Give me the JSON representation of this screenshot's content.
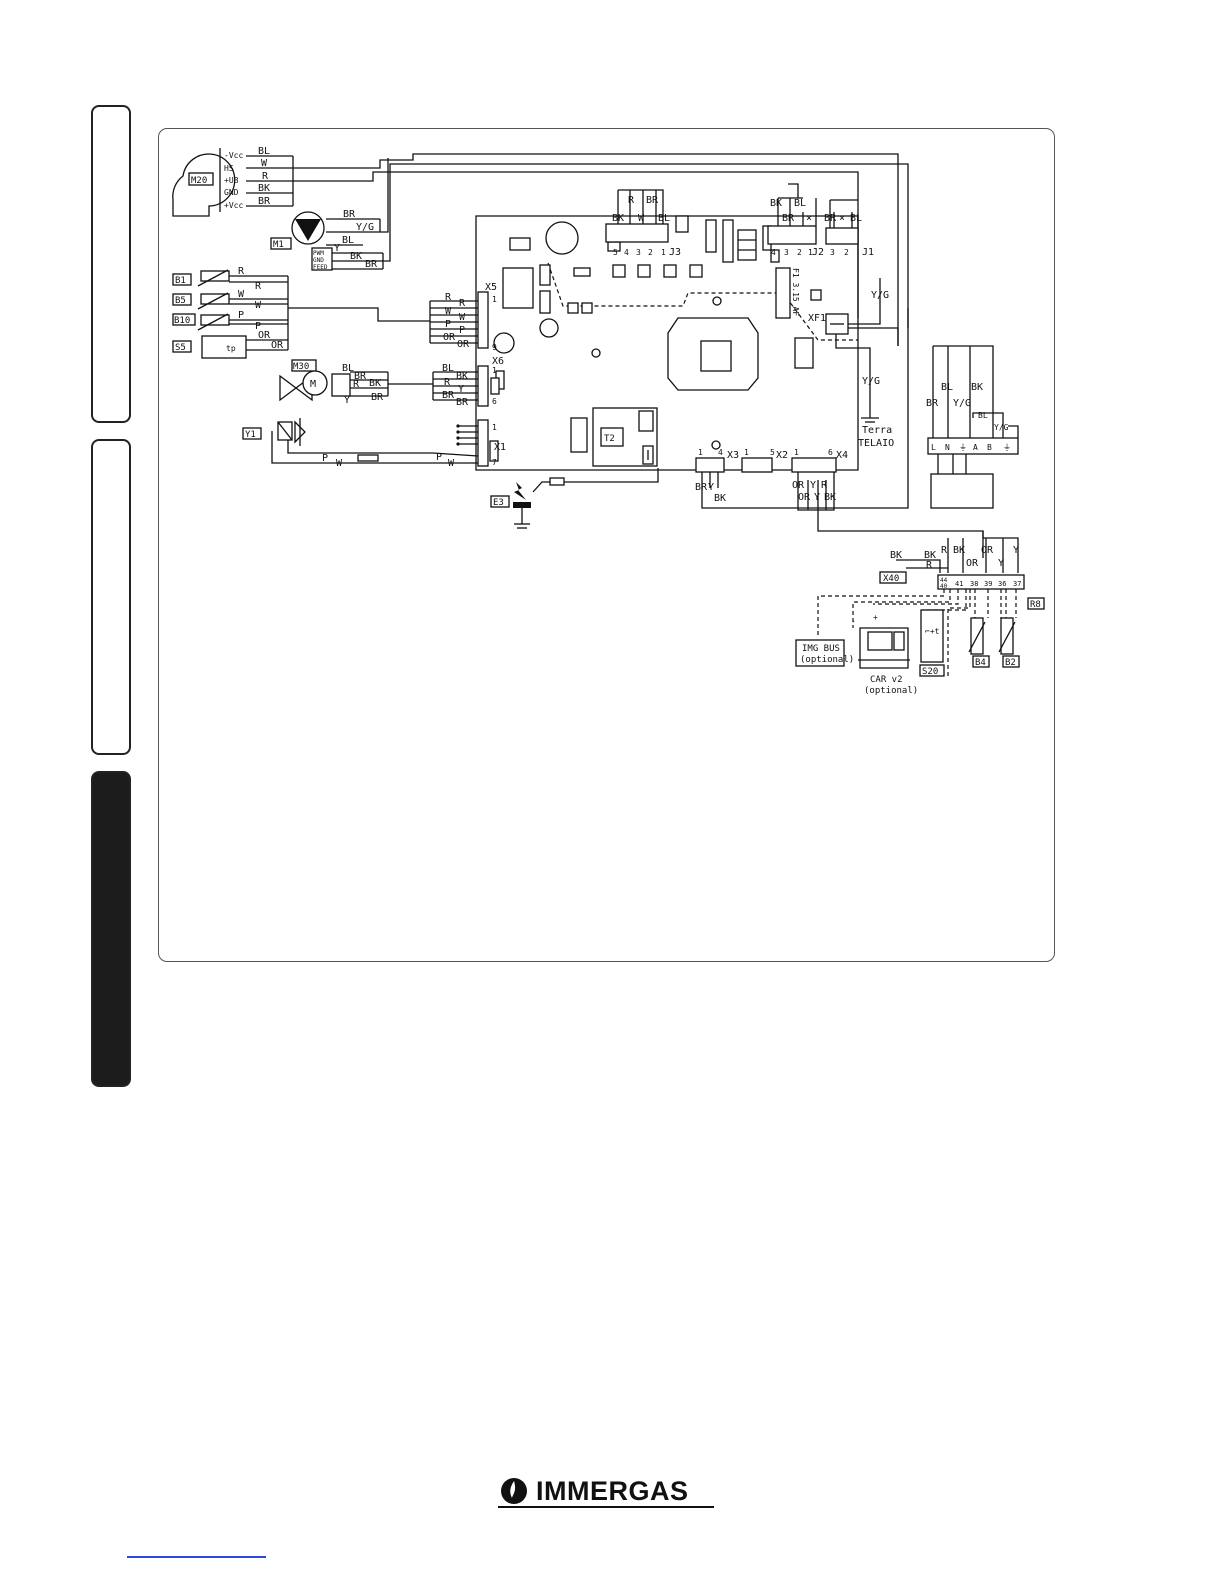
{
  "logo": {
    "brand": "IMMERGAS"
  },
  "components": {
    "M20": "M20",
    "M1": "M1",
    "B1": "B1",
    "B5": "B5",
    "B10": "B10",
    "S5": "S5",
    "M30": "M30",
    "Y1": "Y1",
    "E3": "E3",
    "X40": "X40",
    "R8": "R8",
    "B4": "B4",
    "B2": "B2",
    "S20": "S20",
    "T2": "T2",
    "img_bus": [
      "IMG BUS",
      "(optional)"
    ],
    "car_v2": [
      "CAR v2",
      "(optional)"
    ],
    "terra": [
      "Terra",
      "TELAIO"
    ]
  },
  "fan_pins": [
    "-Vcc",
    "HS",
    "+UB",
    "GND",
    "+Vcc"
  ],
  "fan_wires": [
    "BL",
    "W",
    "R",
    "BK",
    "BR"
  ],
  "pump_pins": [
    "PWM",
    "GND",
    "FEED"
  ],
  "connectors": {
    "X5": "X5",
    "X6": "X6",
    "X1": "X1",
    "J3": "J3",
    "J2": "J2",
    "J1": "J1",
    "X2": "X2",
    "X3": "X3",
    "X4": "X4",
    "XF1": "XF1",
    "fuse": "F1 3.15 AF",
    "j3_pins": [
      "5",
      "4",
      "3",
      "2",
      "1"
    ],
    "j2_pins": [
      "4",
      "3",
      "2",
      "1"
    ],
    "j1_pins": [
      "3",
      "2"
    ],
    "x5_pins": [
      "1",
      "9"
    ],
    "x6_pins": [
      "1",
      "6"
    ],
    "x1_pins": [
      "1",
      "7"
    ],
    "x3_pins": [
      "1",
      "4"
    ],
    "x2_pins": [
      "1",
      "5"
    ],
    "x4_pins": [
      "1",
      "6"
    ],
    "terminal_pins": [
      "44",
      "40",
      "41",
      "38",
      "39",
      "36",
      "37"
    ],
    "mains_pins": [
      "L",
      "N",
      "⏚",
      "A",
      "B",
      "⏚"
    ]
  },
  "wire_colors": {
    "BL": "BL",
    "W": "W",
    "R": "R",
    "BK": "BK",
    "BR": "BR",
    "YG": "Y/G",
    "P": "P",
    "OR": "OR",
    "Y": "Y"
  },
  "symbols": {
    "M": "M",
    "tp": "tp",
    "plus": "+",
    "minus": "-"
  }
}
